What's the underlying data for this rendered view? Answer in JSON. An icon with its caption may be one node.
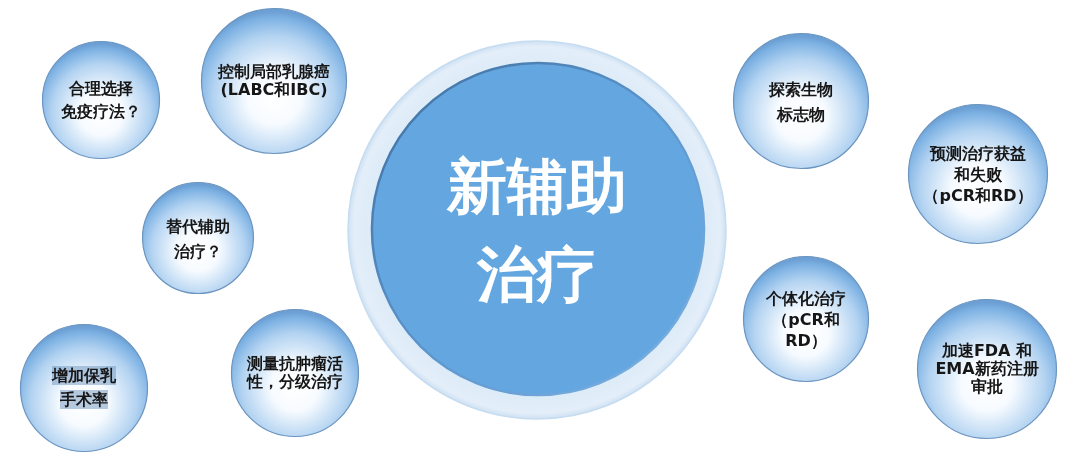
{
  "diagram": {
    "nodes": [
      {
        "text": [
          "新辅助治疗"
        ]
      },
      {
        "text": [
          "合理选择免疫疗法？"
        ]
      },
      {
        "text": [
          "控制局部乳腺癌(LABC和IBC)"
        ]
      },
      {
        "text": [
          "替代辅助治疗？"
        ]
      },
      {
        "text": [
          "增加保乳手术率"
        ]
      },
      {
        "text": [
          "测量抗肿瘤活性，分级治疗"
        ]
      },
      {
        "text": [
          "探索生物标志物"
        ]
      },
      {
        "text": [
          "预测治疗获益和失败（pCR和RD）"
        ]
      },
      {
        "text": [
          "个体化治疗（pCR和RD）"
        ]
      },
      {
        "text": [
          "加速FDA 和EMA新药注册审批"
        ]
      }
    ]
  }
}
